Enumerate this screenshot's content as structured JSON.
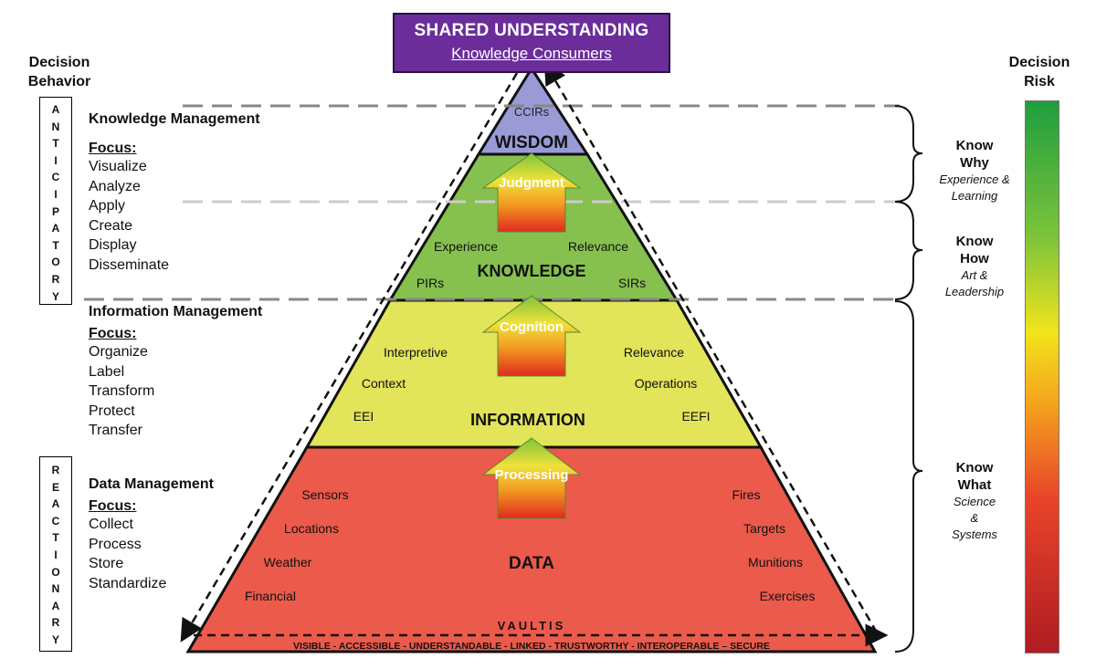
{
  "top": {
    "title": "SHARED UNDERSTANDING",
    "subtitle": "Knowledge Consumers"
  },
  "left_header": {
    "line1": "Decision",
    "line2": "Behavior"
  },
  "right_header": {
    "line1": "Decision",
    "line2": "Risk"
  },
  "vertical_labels": {
    "anticipatory": "ANTICIPATORY",
    "reactionary": "REACTIONARY"
  },
  "knowledge_management": {
    "title": "Knowledge Management",
    "focus_label": "Focus:",
    "items": [
      "Visualize",
      "Analyze",
      "Apply",
      "Create",
      "Display",
      "Disseminate"
    ]
  },
  "information_management": {
    "title": "Information Management",
    "focus_label": "Focus:",
    "items": [
      "Organize",
      "Label",
      "Transform",
      "Protect",
      "Transfer"
    ]
  },
  "data_management": {
    "title": "Data Management",
    "focus_label": "Focus:",
    "items": [
      "Collect",
      "Process",
      "Store",
      "Standardize"
    ]
  },
  "pyramid": {
    "wisdom": {
      "label": "WISDOM",
      "sub": "CCIRs",
      "color": "#9a9ad6"
    },
    "knowledge": {
      "label": "KNOWLEDGE",
      "arrow": "Judgment",
      "left1": "Experience",
      "right1": "Relevance",
      "left2": "PIRs",
      "right2": "SIRs",
      "color": "#86c14f"
    },
    "information": {
      "label": "INFORMATION",
      "arrow": "Cognition",
      "left1": "Interpretive",
      "right1": "Relevance",
      "left2": "Context",
      "right2": "Operations",
      "left3": "EEI",
      "right3": "EEFI",
      "color": "#e2e45a"
    },
    "data": {
      "label": "DATA",
      "arrow": "Processing",
      "left": [
        "Sensors",
        "Locations",
        "Weather",
        "Financial"
      ],
      "right": [
        "Fires",
        "Targets",
        "Munitions",
        "Exercises"
      ],
      "color": "#ec5a4b"
    }
  },
  "vaultis": {
    "title": "VAULTIS",
    "expansion": "VISIBLE - ACCESSIBLE - UNDERSTANDABLE - LINKED - TRUSTWORTHY - INTEROPERABLE – SECURE"
  },
  "know_levels": [
    {
      "title1": "Know",
      "title2": "Why",
      "sub1": "Experience &",
      "sub2": "Learning"
    },
    {
      "title1": "Know",
      "title2": "How",
      "sub1": "Art &",
      "sub2": "Leadership"
    },
    {
      "title1": "Know",
      "title2": "What",
      "sub1": "Science",
      "sub2": "&",
      "sub3": "Systems"
    }
  ],
  "colors": {
    "top_box": "#6a2d9a",
    "risk_top": "#1e9e3e",
    "risk_bottom": "#b01c22"
  }
}
